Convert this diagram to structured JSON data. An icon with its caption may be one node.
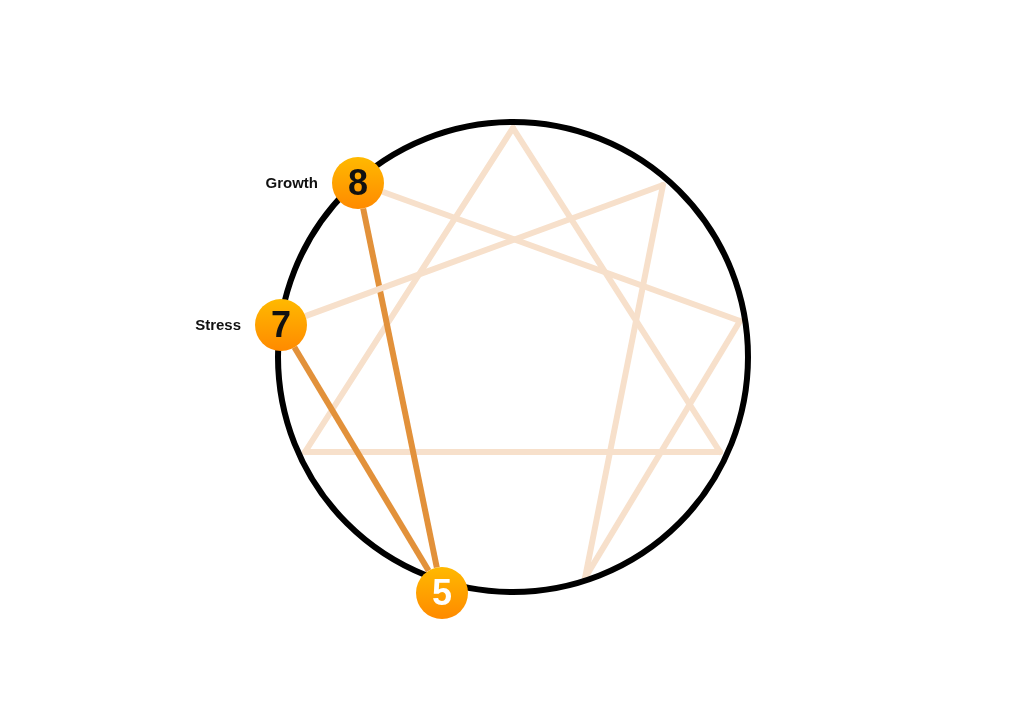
{
  "diagram": {
    "nodes": [
      {
        "text": [
          "8"
        ],
        "beside": [
          "Growth"
        ]
      },
      {
        "text": [
          "7"
        ],
        "beside": [
          "Stress"
        ]
      },
      {
        "text": [
          "5"
        ]
      }
    ],
    "edges": [
      {
        "from": 0,
        "to": 2,
        "arrow": "none"
      },
      {
        "from": 1,
        "to": 2,
        "arrow": "none"
      },
      {
        "from": 0,
        "to": null,
        "arrow": "none",
        "color": "#f7e0cb"
      },
      {
        "from": 1,
        "to": null,
        "arrow": "none",
        "color": "#f7e0cb"
      }
    ]
  }
}
